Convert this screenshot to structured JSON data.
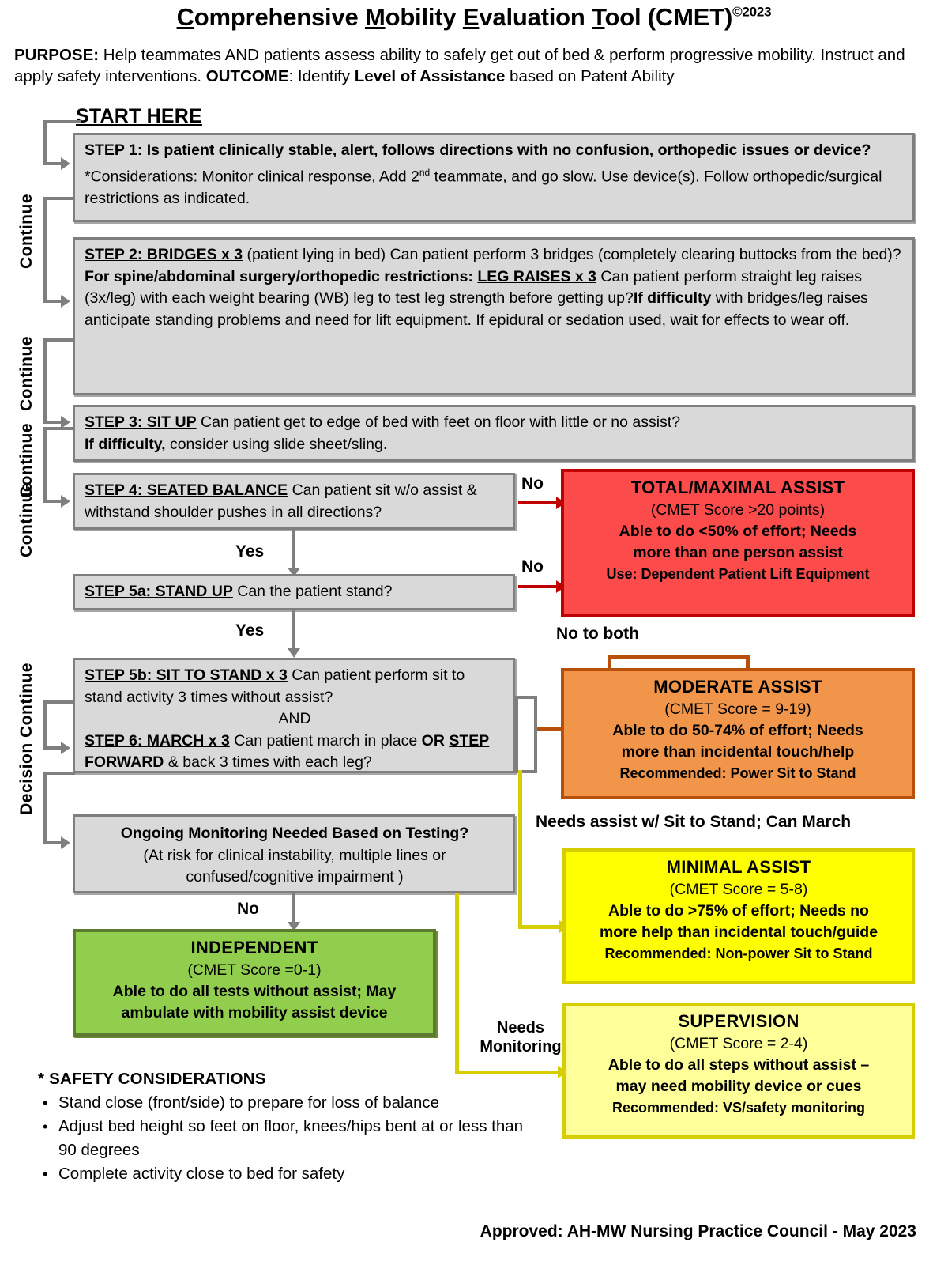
{
  "header": {
    "title_parts": [
      {
        "t": "C",
        "u": true
      },
      {
        "t": "omprehensive ",
        "u": false
      },
      {
        "t": "M",
        "u": true
      },
      {
        "t": "obility ",
        "u": false
      },
      {
        "t": "E",
        "u": true
      },
      {
        "t": "valuation ",
        "u": false
      },
      {
        "t": "T",
        "u": true
      },
      {
        "t": "ool (CMET)",
        "u": false
      }
    ],
    "title_plain": "Comprehensive Mobility Evaluation Tool (CMET)",
    "title_superscript": "©2023",
    "purpose_label": "PURPOSE:",
    "purpose_text": " Help teammates AND patients assess ability to safely get out of bed & perform progressive mobility. Instruct and apply safety interventions.  ",
    "outcome_label": "OUTCOME",
    "outcome_text_1": ": Identify ",
    "outcome_bold": "Level of Assistance",
    "outcome_text_2": " based on Patent Ability"
  },
  "start_label": "START HERE",
  "side_labels": {
    "continue_1": "Continue",
    "continue_2": "Continue",
    "continue_3": "Continue",
    "continue_4": "Continue",
    "decision_continue": "Decision Continue"
  },
  "steps": {
    "step1": {
      "name": "STEP 1:",
      "line1_bold": "STEP 1: Is patient clinically stable, alert, follows directions with no confusion, orthopedic issues or device?",
      "line2_normal": " *Considerations: Monitor clinical response, Add 2",
      "sup": "nd",
      "line3_normal": " teammate, and go slow. Use device(s). Follow orthopedic/surgical restrictions as indicated."
    },
    "step2": {
      "heading": "STEP 2: BRIDGES x 3",
      "text_a": " (patient lying in bed) Can patient perform 3 bridges (completely clearing buttocks from the bed)?",
      "bold_b": "For spine/abdominal surgery/orthopedic restrictions:",
      "heading_b": "LEG RAISES x 3",
      "text_c": " Can patient perform straight leg raises (3x/leg) with each weight bearing (WB) leg to test leg strength before getting up?",
      "bold_c": "If difficulty",
      "text_d": " with bridges/leg raises anticipate standing problems and need for lift equipment. If epidural or sedation used, wait for effects to wear off."
    },
    "step3": {
      "heading": "STEP 3: SIT UP",
      "text_a": " Can patient get to edge of bed with feet on floor with little or no assist?",
      "bold_b": "If difficulty,",
      "text_b": " consider using slide sheet/sling."
    },
    "step4": {
      "heading": "STEP 4: SEATED BALANCE",
      "text": " Can patient sit w/o assist & withstand shoulder pushes in all directions?"
    },
    "step5a": {
      "heading": "STEP 5a: STAND UP",
      "text": "  Can the patient stand?"
    },
    "step5b": {
      "heading": "STEP 5b: SIT TO STAND x 3",
      "text_a": " Can patient perform sit to stand activity 3 times without assist?",
      "and": "AND",
      "heading_b": "STEP 6: MARCH x 3",
      "text_b": " Can patient march in place ",
      "bold_or": "OR",
      "heading_c": "STEP FORWARD",
      "text_c": " & back 3 times with each leg?"
    },
    "monitoring": {
      "line1": "Ongoing Monitoring Needed Based on Testing?",
      "line2": "(At risk for clinical instability, multiple lines or",
      "line3": "confused/cognitive impairment )"
    }
  },
  "edge_labels": {
    "no_step4": "No",
    "yes_step4": "Yes",
    "no_step5a": "No",
    "yes_step5a": "Yes",
    "no_to_both": "No to both",
    "needs_assist_march": "Needs assist w/ Sit to Stand; Can March",
    "needs_monitoring_l1": "Needs",
    "needs_monitoring_l2": "Monitoring",
    "no_monitoring": "No"
  },
  "outcomes": {
    "total_max": {
      "title": "TOTAL/MAXIMAL ASSIST",
      "score": "(CMET Score >20 points)",
      "desc_l1": "Able to do <50% of effort; Needs",
      "desc_l2": "more than one person assist",
      "recommend": "Use: Dependent Patient Lift Equipment",
      "color": "#FB4B4B",
      "border": "#C00000"
    },
    "moderate": {
      "title": "MODERATE ASSIST",
      "score": "(CMET Score = 9-19)",
      "desc_l1": "Able to do 50-74% of effort; Needs",
      "desc_l2": "more than incidental touch/help",
      "recommend": "Recommended: Power Sit to Stand",
      "color": "#F0954A",
      "border": "#B8500C"
    },
    "minimal": {
      "title": "MINIMAL ASSIST",
      "score": "(CMET Score = 5-8)",
      "desc_l1": "Able to do >75% of effort; Needs no",
      "desc_l2": "more help than incidental touch/guide",
      "recommend": "Recommended: Non-power Sit to Stand",
      "color": "#FFFF00",
      "border": "#D6CE00"
    },
    "supervision": {
      "title": "SUPERVISION",
      "score": "(CMET Score = 2-4)",
      "desc_l1": "Able to do all steps without assist –",
      "desc_l2": "may need mobility device or cues",
      "recommend": "Recommended: VS/safety monitoring",
      "color": "#FFFF99",
      "border": "#D6CE00"
    },
    "independent": {
      "title": "INDEPENDENT",
      "score": "(CMET Score =0-1)",
      "desc_l1": "Able to do all tests without assist; May",
      "desc_l2": "ambulate with mobility assist device",
      "color": "#92CE4E",
      "border": "#5E7A2E"
    }
  },
  "safety": {
    "heading": "* SAFETY CONSIDERATIONS",
    "items": [
      "Stand close (front/side) to prepare for loss of balance",
      "Adjust bed height so feet on floor, knees/hips bent at or less than 90 degrees",
      "Complete activity close to bed for safety"
    ]
  },
  "footer": "Approved: AH-MW Nursing Practice Council - May 2023"
}
